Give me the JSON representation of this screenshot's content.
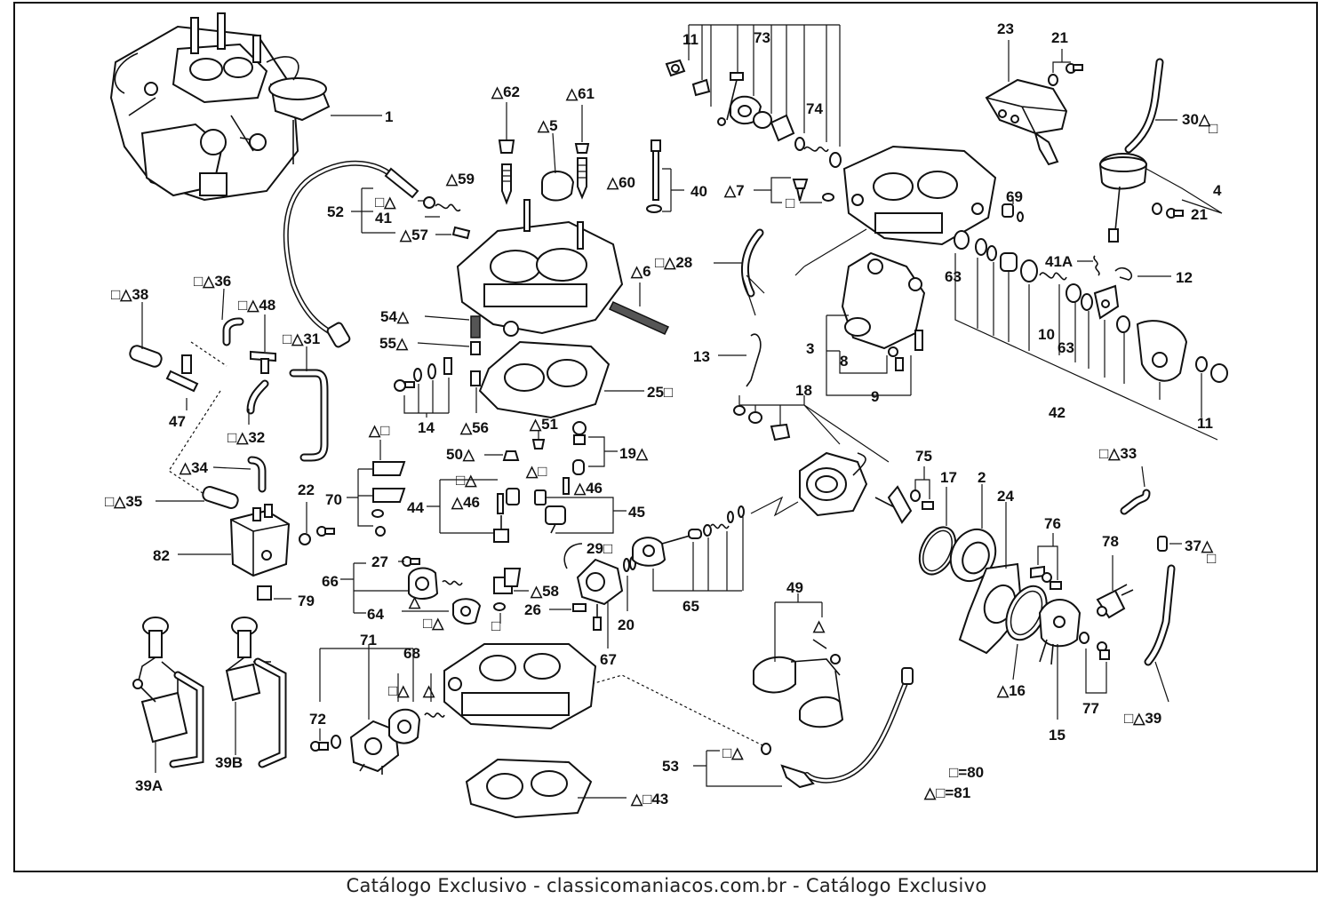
{
  "footer": {
    "text": "Catálogo Exclusivo - classicomaniacos.com.br - Catálogo Exclusivo"
  },
  "labels": {
    "l1": "1",
    "l2": "2",
    "l3": "3",
    "l4": "4",
    "l5": "△5",
    "l6": "△6",
    "l7": "△7",
    "l7b": "□",
    "l8": "8",
    "l9": "9",
    "l10": "10",
    "l11a": "11",
    "l11b": "11",
    "l12": "12",
    "l13": "13",
    "l14": "14",
    "l15": "15",
    "l16": "△16",
    "l17": "17",
    "l18": "18",
    "l19": "19△",
    "l20": "20",
    "l21a": "21",
    "l21b": "21",
    "l22": "22",
    "l23": "23",
    "l24": "24",
    "l25": "25□",
    "l26": "26",
    "l26b": "□",
    "l27": "27",
    "l28": "□△28",
    "l29": "29□",
    "l30": "30△",
    "l30b": "□",
    "l31": "□△31",
    "l32": "□△32",
    "l33": "□△33",
    "l34": "△34",
    "l35": "□△35",
    "l36": "□△36",
    "l37": "37△",
    "l37b": "□",
    "l38": "□△38",
    "l39": "□△39",
    "l39a": "39A",
    "l39b": "39B",
    "l40": "40",
    "l41": "41",
    "l41a": "41A",
    "l42": "42",
    "l43": "△□43",
    "l44": "44",
    "l45": "45",
    "l46a": "△46",
    "l46b": "△46",
    "l46sq": "□△",
    "l47": "47",
    "l48": "□△48",
    "l49": "49",
    "l49b": "△",
    "l50": "50△",
    "l51": "△51",
    "l51b": "△□",
    "l52": "52",
    "l52b": "□△",
    "l53": "53",
    "l53b": "□△",
    "l54": "54△",
    "l55": "55△",
    "l56": "△56",
    "l57": "△57",
    "l58": "△58",
    "l59": "△59",
    "l60": "△60",
    "l61": "△61",
    "l62": "△62",
    "l63a": "63",
    "l63b": "63",
    "l64": "64",
    "l64a": "△",
    "l64b": "□△",
    "l65": "65",
    "l66": "66",
    "l67": "67",
    "l68": "68",
    "l68a": "□△",
    "l68b": "△",
    "l69": "69",
    "l70": "70",
    "l70b": "△□",
    "l71": "71",
    "l72": "72",
    "l73": "73",
    "l74": "74",
    "l75": "75",
    "l76": "76",
    "l77": "77",
    "l78": "78",
    "l79": "79",
    "l82": "82"
  },
  "legend": {
    "l80": "□=80",
    "l81": "△□=81"
  }
}
